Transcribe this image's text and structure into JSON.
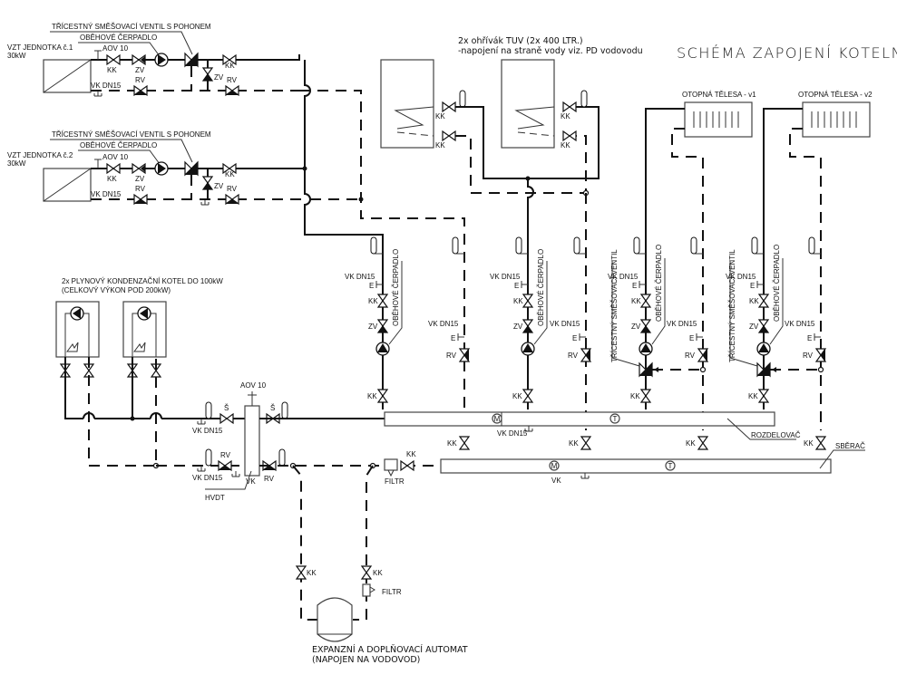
{
  "title": "SCHÉMA ZAPOJENÍ KOTELNY",
  "tuv_note": {
    "line1": "2x ohřívák TUV (2x 400 LTR.)",
    "line2": "-napojení na straně vody viz. PD vodovodu"
  },
  "vzt_units": [
    {
      "name": "VZT JEDNOTKA č.1",
      "power": "30kW",
      "mixing_valve_label": "TŘÍCESTNÝ SMĚŠOVACÍ VENTIL S POHONEM",
      "pump_label": "OBĚHOVÉ ČERPADLO",
      "aov": "AOV 10",
      "vk": "VK DN15",
      "valves": [
        "KK",
        "ZV",
        "ZV",
        "KK",
        "RV",
        "RV"
      ]
    },
    {
      "name": "VZT JEDNOTKA č.2",
      "power": "30kW",
      "mixing_valve_label": "TŘÍCESTNÝ SMĚŠOVACÍ VENTIL S POHONEM",
      "pump_label": "OBĚHOVÉ ČERPADLO",
      "aov": "AOV 10",
      "vk": "VK DN15",
      "valves": [
        "KK",
        "ZV",
        "ZV",
        "KK",
        "RV",
        "RV"
      ]
    }
  ],
  "heaters": {
    "valves": [
      "KK",
      "KK",
      "KK",
      "KK"
    ]
  },
  "radiators": [
    {
      "label": "OTOPNÁ TĚLESA - v1"
    },
    {
      "label": "OTOPNÁ TĚLESA - v2"
    }
  ],
  "boilers": {
    "line1": "2x PLYNOVÝ KONDENZAČNÍ KOTEL DO 100kW",
    "line2": "(CELKOVÝ VÝKON POD 200kW)"
  },
  "branches": {
    "vk_dn15": "VK DN15",
    "kk": "KK",
    "zv": "ZV",
    "rv": "RV",
    "e": "E",
    "pump_label": "OBĚHOVÉ ČERPADLO",
    "mix_label": "TŘÍCESTNÝ SMĚŠOVACÍ VENTIL"
  },
  "hvdt": {
    "aov": "AOV 10",
    "s": "Š",
    "vk_dn15": "VK DN15",
    "rv": "RV",
    "vk": "VK",
    "label": "HVDT"
  },
  "manifolds": {
    "distributor": "ROZDELOVAČ",
    "collector": "SBĚRAČ",
    "m": "M",
    "t": "T",
    "vk_dn15": "VK DN15",
    "vk": "VK",
    "kk": "KK",
    "filter": "FILTR"
  },
  "expansion": {
    "kk": "KK",
    "filter": "FILTR",
    "line1": "EXPANZNÍ A DOPLŇOVACÍ AUTOMAT",
    "line2": "(NAPOJEN NA VODOVOD)"
  }
}
